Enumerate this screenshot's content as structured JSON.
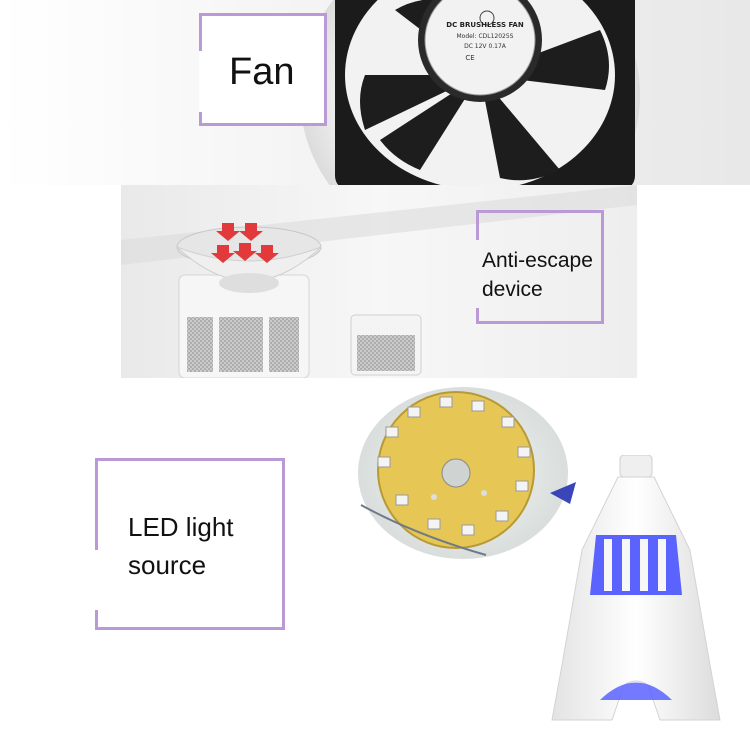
{
  "callouts": {
    "fan": "Fan",
    "anti_escape_line1": "Anti-escape",
    "anti_escape_line2": "device",
    "led_line1": "LED light",
    "led_line2": "source"
  },
  "fan_sticker": {
    "line1": "DC BRUSHLESS FAN",
    "line2": "Model: CDL12025S",
    "line3": "DC 12V   0.17A",
    "line4": "CE"
  },
  "colors": {
    "frame": "#b99ad6",
    "arrow": "#e23a3a",
    "uv_glow": "#5b63ff",
    "pointer": "#3a46b8"
  }
}
